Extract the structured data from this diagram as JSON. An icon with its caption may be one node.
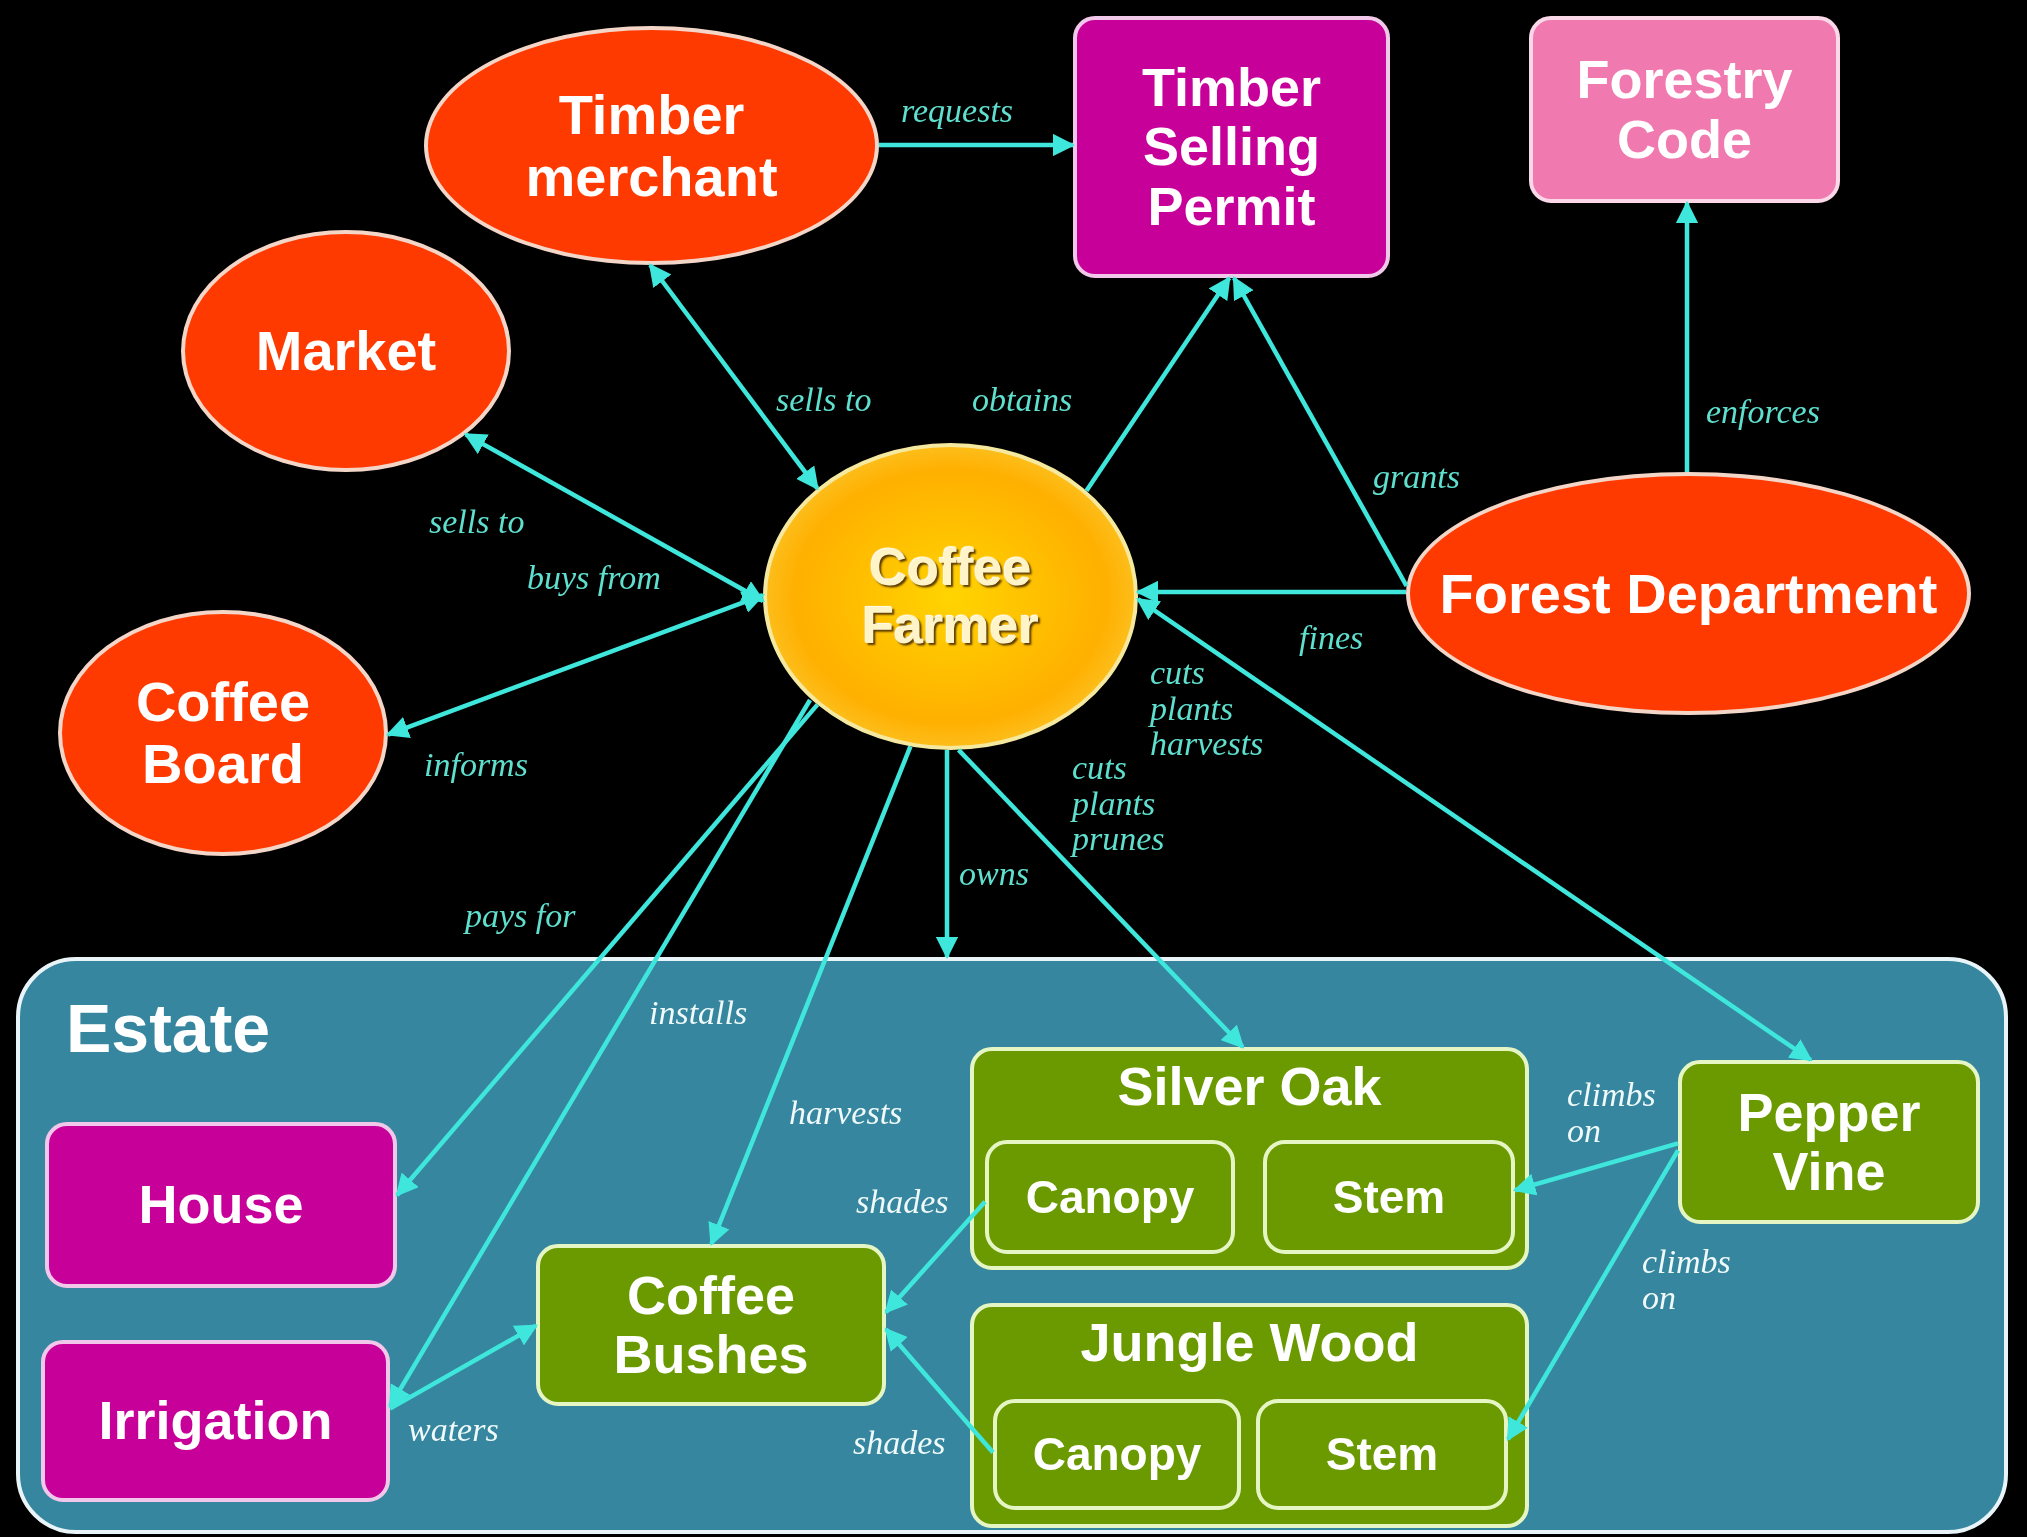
{
  "diagram": {
    "nodes": [
      {
        "text": [
          "Timber merchant"
        ]
      },
      {
        "text": [
          "Timber Selling Permit"
        ]
      },
      {
        "text": [
          "Forestry Code"
        ]
      },
      {
        "text": [
          "Market"
        ]
      },
      {
        "text": [
          "Coffee Farmer"
        ]
      },
      {
        "text": [
          "Forest Department"
        ]
      },
      {
        "text": [
          "Coffee Board"
        ]
      },
      {
        "text": [
          "Estate"
        ]
      },
      {
        "text": [
          "House"
        ],
        "in": 7
      },
      {
        "text": [
          "Irrigation"
        ],
        "in": 7
      },
      {
        "text": [
          "Coffee Bushes"
        ],
        "in": 7
      },
      {
        "text": [
          "Silver Oak"
        ],
        "in": 7
      },
      {
        "text": [
          "Canopy"
        ],
        "in": 11
      },
      {
        "text": [
          "Stem"
        ],
        "in": 11
      },
      {
        "text": [
          "Pepper Vine"
        ],
        "in": 7
      },
      {
        "text": [
          "Jungle Wood"
        ],
        "in": 7
      },
      {
        "text": [
          "Canopy"
        ],
        "in": 15
      },
      {
        "text": [
          "Stem"
        ],
        "in": 15
      }
    ],
    "edges": [
      {
        "from": 0,
        "to": 1,
        "arrow": "to",
        "label": "requests"
      },
      {
        "from": 4,
        "to": 0,
        "arrow": "both",
        "label": "sells to"
      },
      {
        "from": 4,
        "to": 1,
        "arrow": "to",
        "label": "obtains"
      },
      {
        "from": 5,
        "to": 1,
        "arrow": "to",
        "label": "grants"
      },
      {
        "from": 5,
        "to": 2,
        "arrow": "to",
        "label": "enforces"
      },
      {
        "from": 5,
        "to": 4,
        "arrow": "to",
        "label": "fines"
      },
      {
        "from": 4,
        "to": 3,
        "arrow": "both",
        "label": "sells to"
      },
      {
        "from": 4,
        "to": 6,
        "arrow": "both",
        "label": "informs"
      },
      {
        "from": 4,
        "to": 8,
        "arrow": "to",
        "label": "pays for"
      },
      {
        "from": 4,
        "to": 9,
        "arrow": "to",
        "label": "installs"
      },
      {
        "from": 4,
        "to": 10,
        "arrow": "to",
        "label": "harvests"
      },
      {
        "from": 4,
        "to": 7,
        "arrow": "to",
        "label": "owns"
      },
      {
        "from": 4,
        "to": 11,
        "arrow": "to",
        "label": "cuts plants prunes"
      },
      {
        "from": 4,
        "to": 14,
        "arrow": "both",
        "label": "cuts plants harvests"
      },
      {
        "from": 9,
        "to": 10,
        "arrow": "to",
        "label": "waters"
      },
      {
        "from": 12,
        "to": 10,
        "arrow": "to",
        "label": "shades"
      },
      {
        "from": 16,
        "to": 10,
        "arrow": "to",
        "label": "shades"
      },
      {
        "from": 14,
        "to": 13,
        "arrow": "to",
        "label": "climbs on"
      },
      {
        "from": 14,
        "to": 17,
        "arrow": "to",
        "label": "climbs on"
      }
    ],
    "labels": [
      "buys from"
    ]
  }
}
